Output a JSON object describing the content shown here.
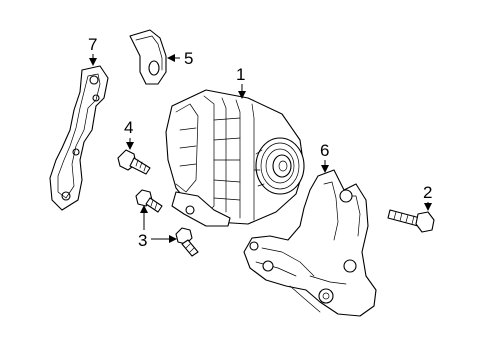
{
  "callouts": [
    {
      "id": "c1",
      "number": "1"
    },
    {
      "id": "c2",
      "number": "2"
    },
    {
      "id": "c3",
      "number": "3"
    },
    {
      "id": "c4",
      "number": "4"
    },
    {
      "id": "c5",
      "number": "5"
    },
    {
      "id": "c6",
      "number": "6"
    },
    {
      "id": "c7",
      "number": "7"
    }
  ]
}
